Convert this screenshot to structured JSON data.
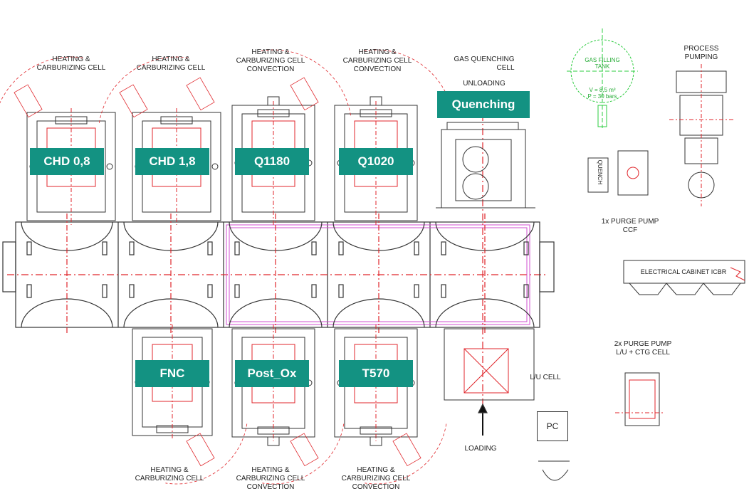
{
  "cells": {
    "top": [
      {
        "tag": "CHD 0,8",
        "label": [
          "HEATING &",
          "CARBURIZING CELL"
        ]
      },
      {
        "tag": "CHD 1,8",
        "label": [
          "HEATING &",
          "CARBURIZING CELL"
        ]
      },
      {
        "tag": "Q1180",
        "label": [
          "HEATING &",
          "CARBURIZING CELL",
          "CONVECTION"
        ]
      },
      {
        "tag": "Q1020",
        "label": [
          "HEATING &",
          "CARBURIZING CELL",
          "CONVECTION"
        ]
      }
    ],
    "bottom": [
      {
        "tag": "FNC",
        "label": [
          "HEATING &",
          "CARBURIZING CELL"
        ]
      },
      {
        "tag": "Post_Ox",
        "label": [
          "HEATING &",
          "CARBURIZING CELL",
          "CONVECTION"
        ]
      },
      {
        "tag": "T570",
        "label": [
          "HEATING &",
          "CARBURIZING CELL",
          "CONVECTION"
        ]
      }
    ]
  },
  "quench": {
    "tag": "Quenching",
    "label": [
      "GAS QUENCHING",
      "CELL"
    ],
    "unloading": "UNLOADING",
    "loading": "LOADING",
    "lu_cell": "L/U CELL"
  },
  "gas_tank": {
    "title": [
      "GAS FILLING",
      "TANK"
    ],
    "spec": [
      "V = 8,5 m³",
      "P = 30 bars"
    ]
  },
  "quench_box": "QUENCH",
  "process_pumping": [
    "PROCESS",
    "PUMPING"
  ],
  "purge_pump_ccf": [
    "1x PURGE PUMP",
    "CCF"
  ],
  "electrical_cabinet": "ELECTRICAL CABINET ICBR",
  "purge_pump_lu": [
    "2x PURGE PUMP",
    "L/U + CTG CELL"
  ],
  "pc": "PC",
  "colors": {
    "tag": "#139282",
    "line": "#222222",
    "red": "#e0262b",
    "magenta": "#d24fd2",
    "green": "#2ecc40"
  }
}
